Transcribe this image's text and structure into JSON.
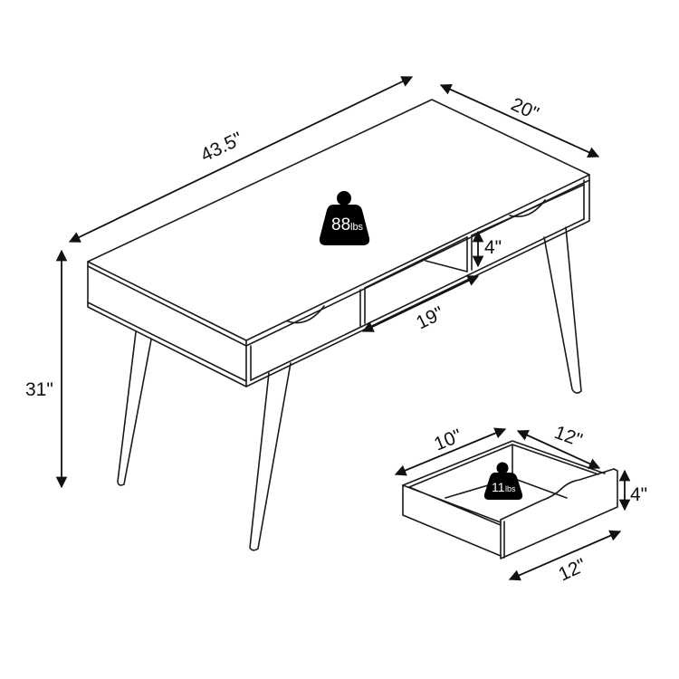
{
  "desk": {
    "dimensions": {
      "length": "43.5\"",
      "depth": "20\"",
      "height": "31\"",
      "shelf_height": "4\"",
      "shelf_width": "19\""
    },
    "weight": {
      "value": "88",
      "unit": "lbs"
    }
  },
  "drawer": {
    "dimensions": {
      "depth": "10\"",
      "width_back": "12\"",
      "height": "4\"",
      "width_front": "12\""
    },
    "weight": {
      "value": "11",
      "unit": "lbs"
    }
  },
  "colors": {
    "line": "#1a1a1a",
    "weight_badge": "#000000",
    "background": "#ffffff"
  }
}
